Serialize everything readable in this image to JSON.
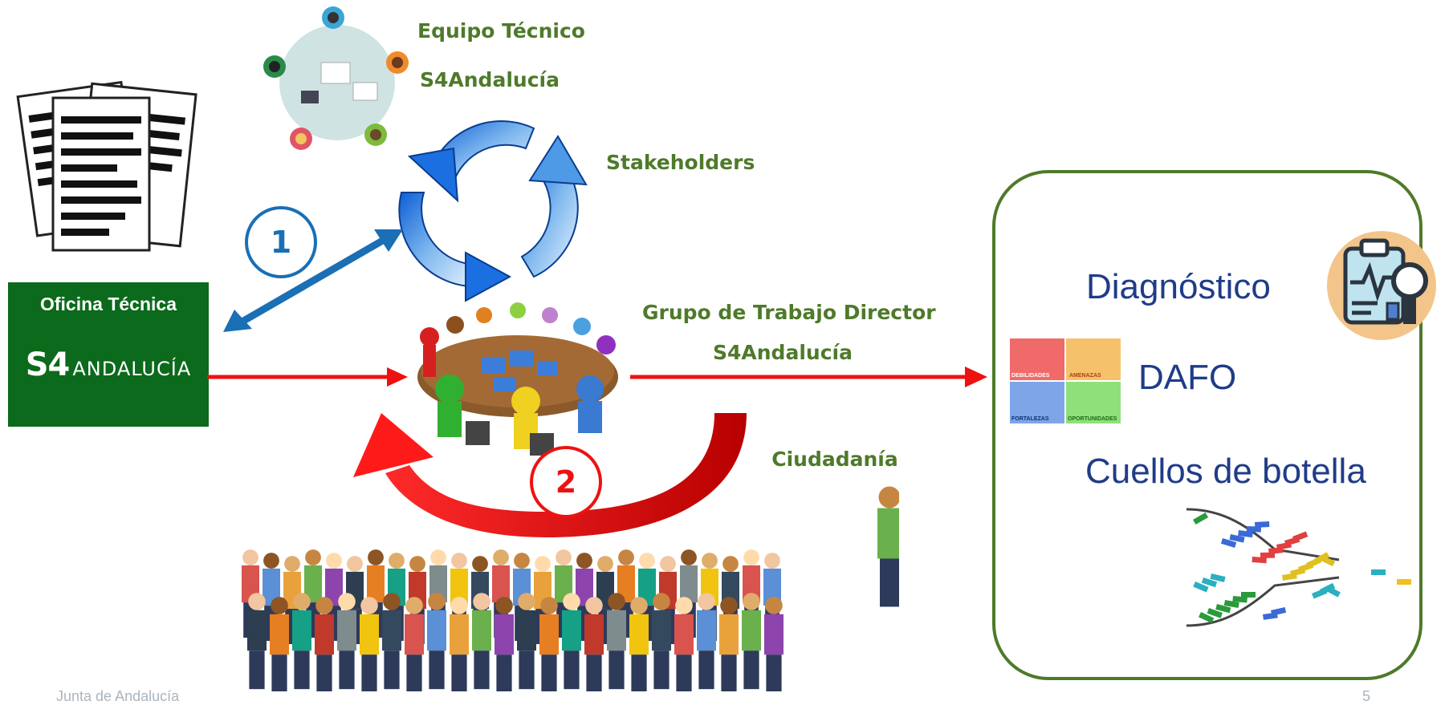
{
  "labels": {
    "equipo_line1": "Equipo Técnico",
    "equipo_line2": "S4Andalucía",
    "stakeholders": "Stakeholders",
    "grupo_line1": "Grupo de Trabajo Director",
    "grupo_line2": "S4Andalucía",
    "ciudadania": "Ciudadanía"
  },
  "oficina": {
    "title": "Oficina Técnica",
    "logo_s4": "S4",
    "logo_text": "ANDALUCÍA"
  },
  "steps": {
    "one": "1",
    "two": "2"
  },
  "outputs": {
    "diagnostico": "Diagnóstico",
    "dafo": "DAFO",
    "cuellos": "Cuellos de botella",
    "dafo_quadrants": [
      "DEBILIDADES",
      "AMENAZAS",
      "FORTALEZAS",
      "OPORTUNIDADES"
    ]
  },
  "footer": {
    "left": "Junta de Andalucía",
    "page": "5"
  },
  "colors": {
    "green_label": "#4e7a2a",
    "oficina_bg": "#0b6a1b",
    "blue_text": "#1f3c88",
    "red_arrow": "#ee1111",
    "blue_arrow": "#1a6fb5"
  }
}
